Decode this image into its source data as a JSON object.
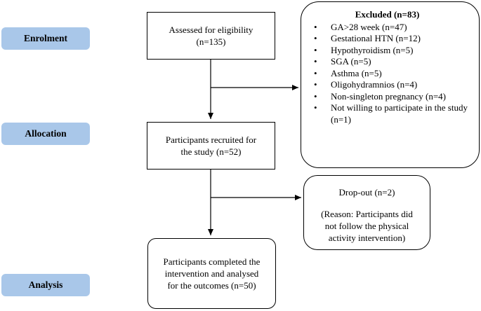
{
  "stages": {
    "enrolment": "Enrolment",
    "allocation": "Allocation",
    "analysis": "Analysis"
  },
  "assessed": {
    "line1": "Assessed for eligibility",
    "line2": "(n=135)"
  },
  "excluded": {
    "title": "Excluded (n=83)",
    "items": [
      "GA>28 week (n=47)",
      "Gestational HTN (n=12)",
      "Hypothyroidism (n=5)",
      "SGA (n=5)",
      "Asthma (n=5)",
      "Oligohydramnios (n=4)",
      "Non-singleton pregnancy (n=4)",
      "Not willing to participate in the study (n=1)"
    ]
  },
  "recruited": {
    "line1": "Participants recruited for",
    "line2": "the study (n=52)"
  },
  "dropout": {
    "title": "Drop-out (n=2)",
    "reason_line1": "(Reason: Participants did",
    "reason_line2": "not follow the physical",
    "reason_line3": "activity intervention)"
  },
  "completed": {
    "line1": "Participants completed the",
    "line2": "intervention and analysed",
    "line3": "for the outcomes (n=50)"
  }
}
